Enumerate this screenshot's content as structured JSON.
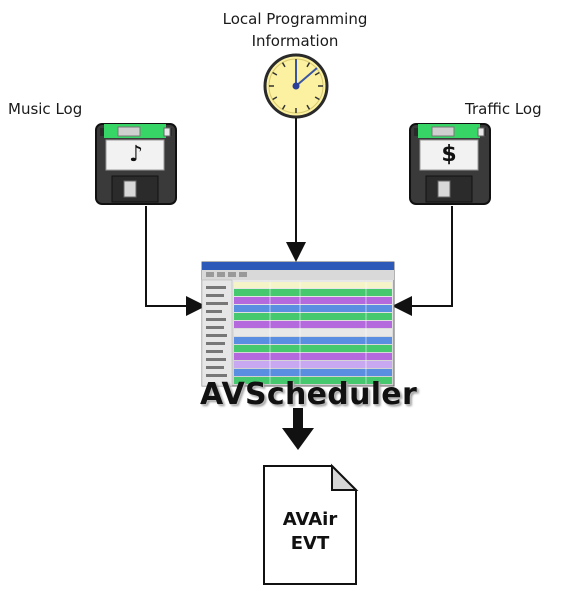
{
  "labels": {
    "music_log": "Music Log",
    "local_line1": "Local Programming",
    "local_line2": "Information",
    "traffic_log": "Traffic Log",
    "scheduler": "AVScheduler",
    "doc_line1": "AVAir",
    "doc_line2": "EVT"
  },
  "icons": {
    "music_disk_symbol": "♪",
    "traffic_disk_symbol": "$"
  },
  "colors": {
    "disk_body": "#444444",
    "disk_label_green": "#3fd56a",
    "clock_face": "#fbf1a0",
    "arrow": "#111111"
  }
}
